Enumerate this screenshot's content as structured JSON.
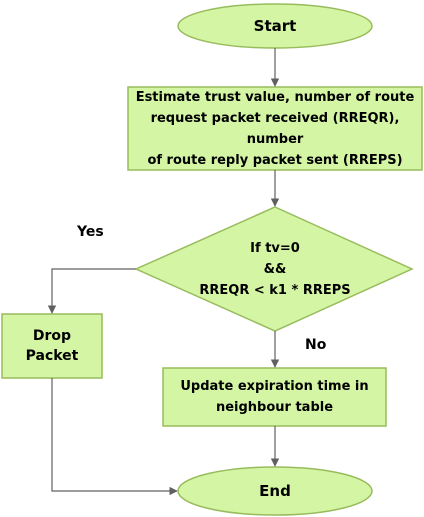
{
  "colors": {
    "node_fill": "#d4f5a4",
    "node_stroke": "#98bc5c",
    "connector": "#606060",
    "text": "#000000"
  },
  "flowchart": {
    "start": {
      "label": "Start"
    },
    "estimate": {
      "lines": [
        "Estimate trust value, number of route",
        "request packet received (RREQR), number",
        "of route reply packet sent (RREPS)"
      ]
    },
    "decision": {
      "lines": [
        "If tv=0",
        "&&",
        "RREQR < k1 * RREPS"
      ]
    },
    "drop": {
      "lines": [
        "Drop",
        "Packet"
      ]
    },
    "update": {
      "lines": [
        "Update expiration time in",
        "neighbour table"
      ]
    },
    "end": {
      "label": "End"
    },
    "edges": {
      "yes_label": "Yes",
      "no_label": "No"
    }
  }
}
